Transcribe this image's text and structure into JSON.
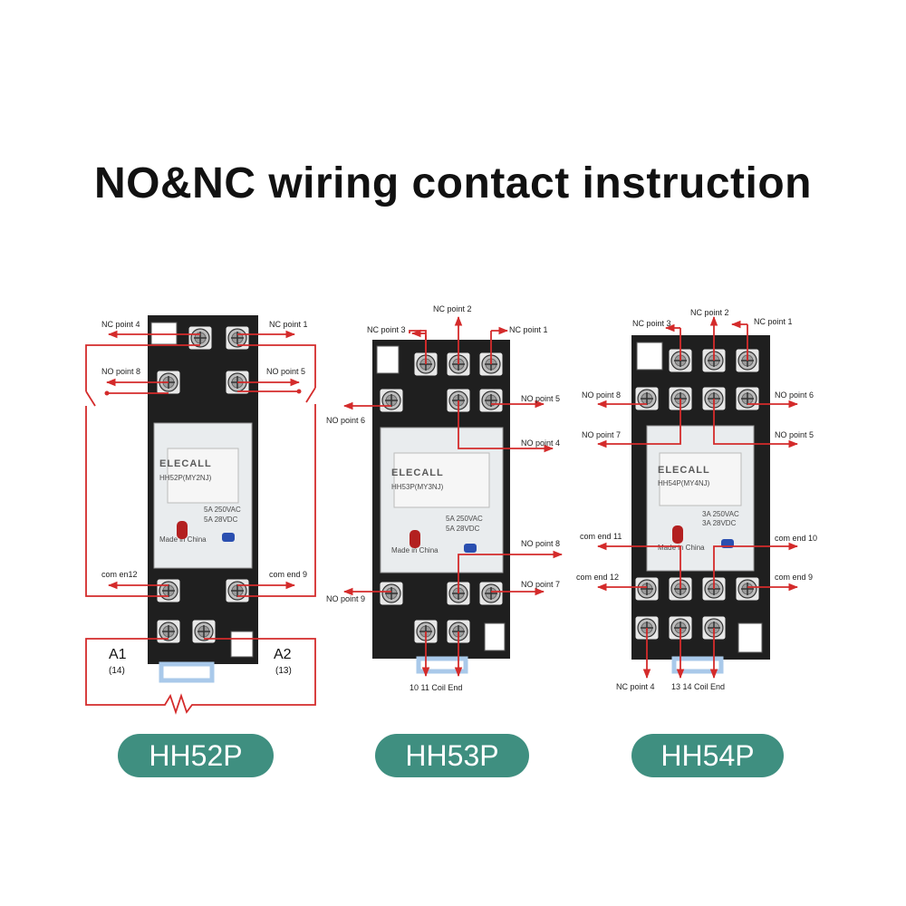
{
  "title": "NO&NC wiring contact instruction",
  "colors": {
    "wire": "#d42b2b",
    "base": "#1f1f1f",
    "pill": "#3f8f80",
    "coil_strip": "#a9c9ea"
  },
  "relays": [
    {
      "model": "HH52P",
      "brand": "ELECALL",
      "part": "HH52P(MY2NJ)",
      "rating_ac": "5A 250VAC",
      "rating_dc": "5A 28VDC",
      "origin": "Made in China",
      "labels": {
        "nc4": "NC point 4",
        "nc1": "NC point 1",
        "no8": "NO point 8",
        "no5": "NO point 5",
        "com12": "com en12",
        "com9": "com end 9",
        "a1": "A1",
        "a1n": "(14)",
        "a2": "A2",
        "a2n": "(13)"
      }
    },
    {
      "model": "HH53P",
      "brand": "ELECALL",
      "part": "HH53P(MY3NJ)",
      "rating_ac": "5A 250VAC",
      "rating_dc": "5A 28VDC",
      "origin": "Made in China",
      "labels": {
        "nc3": "NC point 3",
        "nc2": "NC point 2",
        "nc1": "NC point 1",
        "no6": "NO point 6",
        "no5": "NO point 5",
        "no4": "NO point 4",
        "no8": "NO point 8",
        "no9": "NO point 9",
        "no7": "NO point 7",
        "coil": "10 11 Coil End"
      }
    },
    {
      "model": "HH54P",
      "brand": "ELECALL",
      "part": "HH54P(MY4NJ)",
      "rating_ac": "3A 250VAC",
      "rating_dc": "3A 28VDC",
      "origin": "Made in China",
      "labels": {
        "nc3": "NC point 3",
        "nc2": "NC point 2",
        "nc1": "NC point 1",
        "no8": "NO point 8",
        "no6": "NO point 6",
        "no7": "NO point 7",
        "no5": "NO point 5",
        "com11": "com end 11",
        "com10": "com end 10",
        "com12": "com end 12",
        "com9": "com end 9",
        "nc4": "NC point 4",
        "coil": "13 14 Coil End"
      }
    }
  ]
}
